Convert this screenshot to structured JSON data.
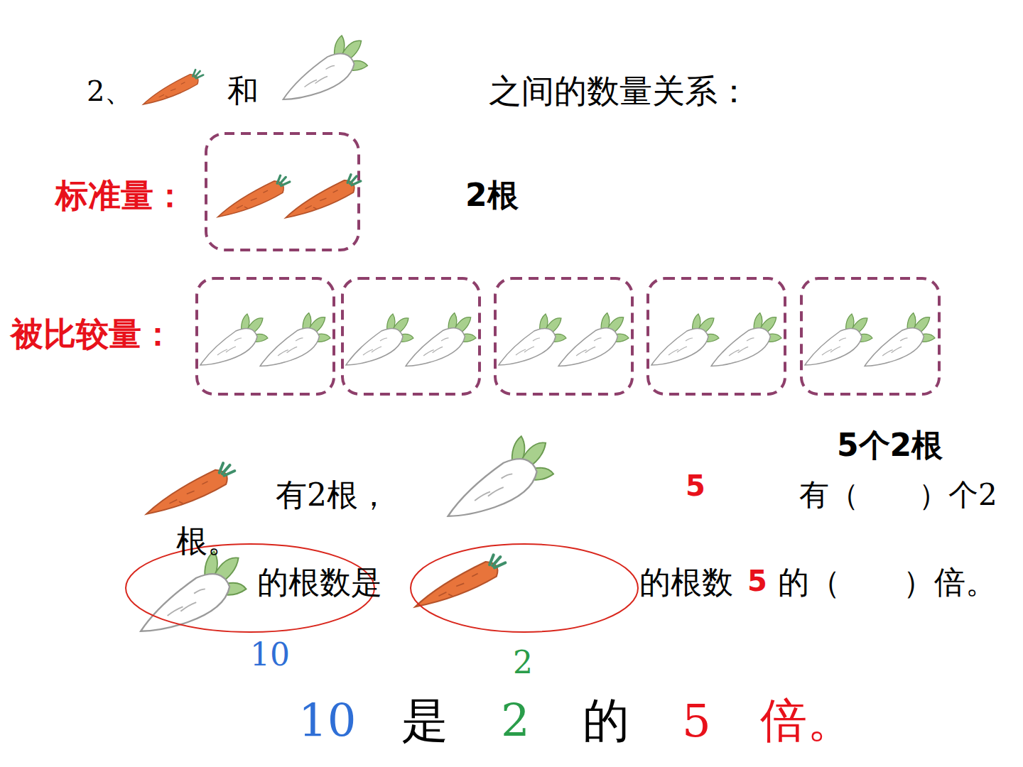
{
  "diagram": {
    "labels": [
      "2、",
      "和",
      "之间的数量关系：",
      "标准量：",
      "2根",
      "被比较量：",
      "5个2根",
      "有2根，",
      "5",
      "有（　　）个2",
      "根。",
      "的根数是",
      "的根数",
      "5",
      "的（　　）倍。",
      "10",
      "2",
      "10",
      "是",
      "2",
      "的",
      "5",
      "倍。"
    ]
  }
}
